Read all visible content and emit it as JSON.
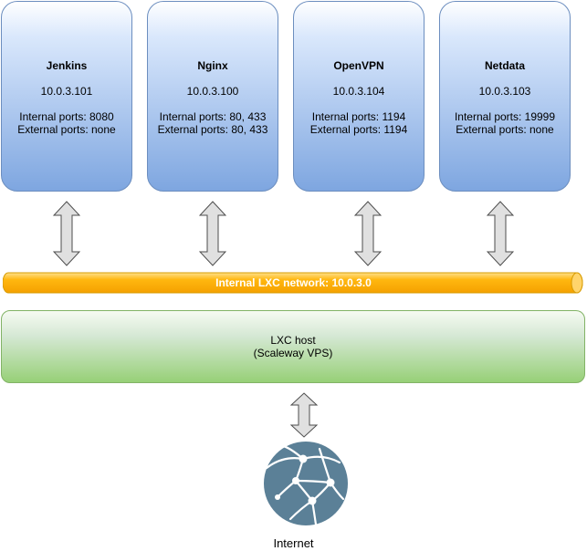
{
  "containers": [
    {
      "name": "Jenkins",
      "ip": "10.0.3.101",
      "internal_ports": "Internal ports: 8080",
      "external_ports": "External ports: none"
    },
    {
      "name": "Nginx",
      "ip": "10.0.3.100",
      "internal_ports": "Internal ports: 80, 433",
      "external_ports": "External ports: 80, 433"
    },
    {
      "name": "OpenVPN",
      "ip": "10.0.3.104",
      "internal_ports": "Internal ports: 1194",
      "external_ports": "External ports: 1194"
    },
    {
      "name": "Netdata",
      "ip": "10.0.3.103",
      "internal_ports": "Internal ports: 19999",
      "external_ports": "External ports: none"
    }
  ],
  "network": {
    "label": "Internal LXC network: 10.0.3.0"
  },
  "host": {
    "line1": "LXC host",
    "line2": "(Scaleway VPS)"
  },
  "internet": {
    "label": "Internet",
    "icon": "globe-network-icon"
  },
  "colors": {
    "container_fill": "#7ea6e0",
    "container_stroke": "#6c8ebf",
    "network_fill": "#ffa500",
    "network_stroke": "#d79b00",
    "host_fill": "#97d077",
    "host_stroke": "#82b366",
    "arrow_fill": "#e0e0e0",
    "globe_fill": "#5b8097"
  }
}
